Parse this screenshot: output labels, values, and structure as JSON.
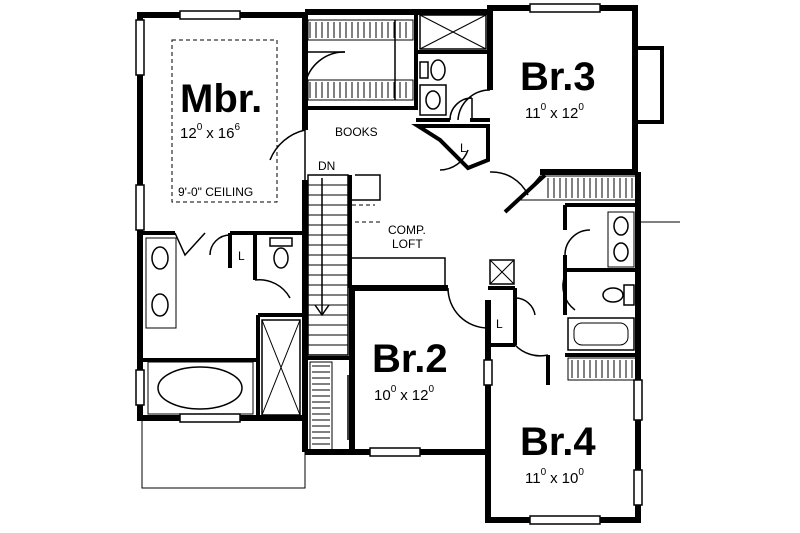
{
  "rooms": {
    "mbr": {
      "name": "Mbr.",
      "w": "12",
      "w_sup": "0",
      "x": "x",
      "d": "16",
      "d_sup": "6",
      "note": "9'-0\" CEILING"
    },
    "br3": {
      "name": "Br.3",
      "w": "11",
      "w_sup": "0",
      "x": "x",
      "d": "12",
      "d_sup": "0"
    },
    "br2": {
      "name": "Br.2",
      "w": "10",
      "w_sup": "0",
      "x": "x",
      "d": "12",
      "d_sup": "0"
    },
    "br4": {
      "name": "Br.4",
      "w": "11",
      "w_sup": "0",
      "x": "x",
      "d": "10",
      "d_sup": "0"
    }
  },
  "labels": {
    "books": "BOOKS",
    "dn": "DN",
    "comp_line1": "COMP.",
    "comp_line2": "LOFT",
    "linen": "L"
  }
}
